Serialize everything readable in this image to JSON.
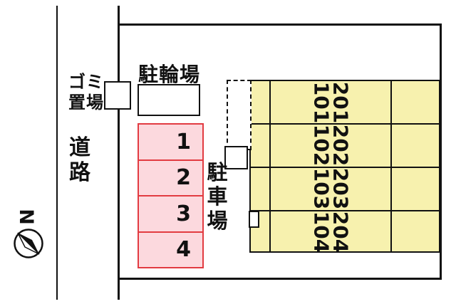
{
  "plan": {
    "garbage_label_lines": [
      "ゴミ",
      "置場"
    ],
    "bicycle_label": "駐輪場",
    "road_label_chars": [
      "道",
      "路"
    ],
    "parking_label_chars": [
      "駐",
      "車",
      "場"
    ],
    "north_label": "N",
    "parking_spaces": [
      "1",
      "2",
      "3",
      "4"
    ],
    "building_units": [
      {
        "upper": "201",
        "lower": "101"
      },
      {
        "upper": "202",
        "lower": "102"
      },
      {
        "upper": "203",
        "lower": "103"
      },
      {
        "upper": "204",
        "lower": "104"
      }
    ],
    "colors": {
      "building_fill": "#f7f1ae",
      "parking_fill": "#fcd9de",
      "parking_border": "#e23b41",
      "line": "#111111"
    }
  }
}
